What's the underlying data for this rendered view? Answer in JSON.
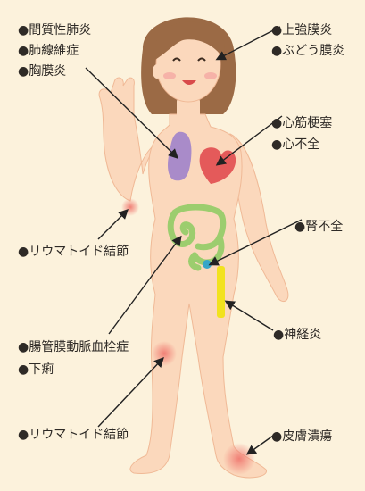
{
  "colors": {
    "background": "#fcf2dc",
    "skin": "#fbd8bc",
    "skin_outline": "#f0b996",
    "hair": "#9b6a45",
    "lung": "#a98bc9",
    "heart": "#e45a5a",
    "intestine": "#9ccd6e",
    "kidney_marker": "#36a6c8",
    "nerve_marker": "#f2e21e",
    "inflammation": "#f07b72"
  },
  "labels": {
    "interstitial_pneumonia": "●間質性肺炎",
    "pulmonary_fibrosis": "●肺線維症",
    "pleuritis": "●胸膜炎",
    "scleritis": "●上強膜炎",
    "uveitis": "●ぶどう膜炎",
    "myocardial_infarction": "●心筋梗塞",
    "heart_failure": "●心不全",
    "rheumatoid_nodule_elbow": "●リウマトイド結節",
    "renal_failure": "●腎不全",
    "mesenteric_thrombosis": "●腸管膜動脈血栓症",
    "diarrhea": "●下痢",
    "neuritis": "●神経炎",
    "rheumatoid_nodule_knee": "●リウマトイド結節",
    "skin_ulcer": "●皮膚潰瘍"
  }
}
